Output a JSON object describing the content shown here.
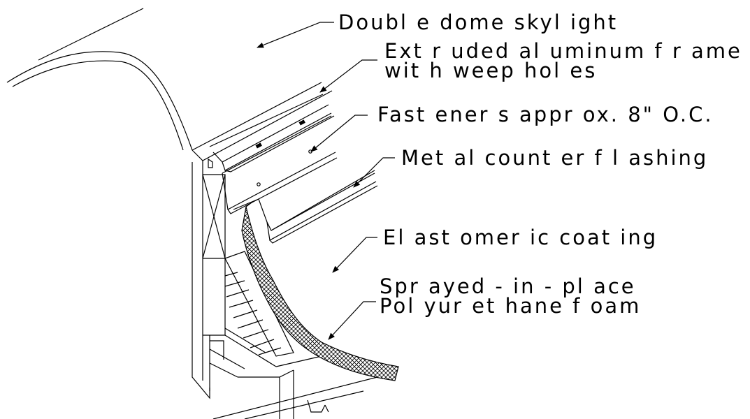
{
  "colors": {
    "ink": "#000000",
    "paper": "#ffffff"
  },
  "callouts": {
    "skylight": "Doubl e dome skyl ight",
    "frame_line1": "Ext r uded al uminum f r ame",
    "frame_line2": "wit h weep hol es",
    "fasteners": "Fast ener s appr ox. 8\" O.C.",
    "counterflashing": "Met al  count er f l ashing",
    "coating": "El ast omer ic coat ing",
    "foam_line1": "Spr ayed - in - pl ace",
    "foam_line2": "Pol yur et hane f oam"
  }
}
